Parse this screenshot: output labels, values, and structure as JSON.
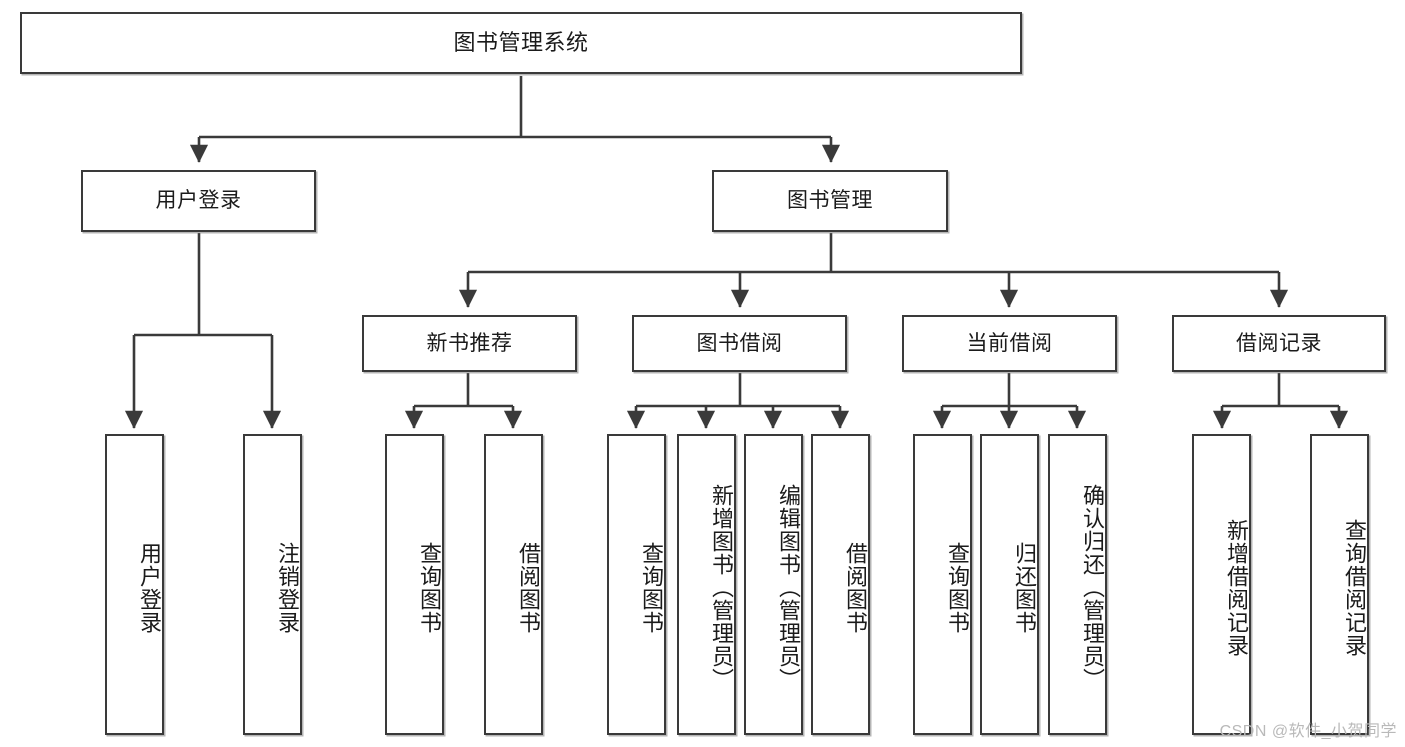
{
  "diagram": {
    "title_node": {
      "label": "图书管理系统"
    },
    "level2": [
      {
        "id": "user-login",
        "label": "用户登录"
      },
      {
        "id": "book-manage",
        "label": "图书管理"
      }
    ],
    "level3": [
      {
        "id": "new-book-recommend",
        "label": "新书推荐"
      },
      {
        "id": "book-borrow",
        "label": "图书借阅"
      },
      {
        "id": "current-borrow",
        "label": "当前借阅"
      },
      {
        "id": "borrow-record",
        "label": "借阅记录"
      }
    ],
    "leaves": [
      {
        "id": "leaf-user-login",
        "label": "用户登录"
      },
      {
        "id": "leaf-logout-login",
        "label": "注销登录"
      },
      {
        "id": "leaf-query-book-1",
        "label": "查询图书"
      },
      {
        "id": "leaf-borrow-book-1",
        "label": "借阅图书"
      },
      {
        "id": "leaf-query-book-2",
        "label": "查询图书"
      },
      {
        "id": "leaf-add-book-admin",
        "label": "新增图书（管理员）"
      },
      {
        "id": "leaf-edit-book-admin",
        "label": "编辑图书（管理员）"
      },
      {
        "id": "leaf-borrow-book-2",
        "label": "借阅图书"
      },
      {
        "id": "leaf-query-book-3",
        "label": "查询图书"
      },
      {
        "id": "leaf-return-book",
        "label": "归还图书"
      },
      {
        "id": "leaf-confirm-return",
        "label": "确认归还（管理员）"
      },
      {
        "id": "leaf-add-borrow-record",
        "label": "新增借阅记录"
      },
      {
        "id": "leaf-query-borrow-record",
        "label": "查询借阅记录"
      }
    ]
  },
  "watermark": {
    "text": "CSDN @软件_小贺同学"
  },
  "colors": {
    "stroke": "#3a3a3a",
    "fill": "#ffffff",
    "text": "#1b1b1b",
    "watermark": "#b9b9b9"
  }
}
